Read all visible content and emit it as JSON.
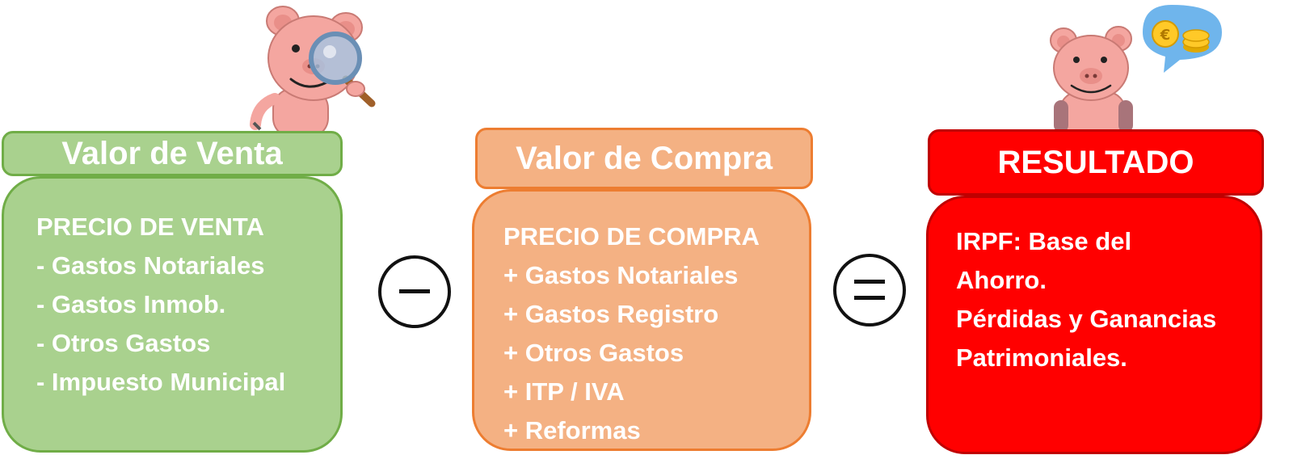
{
  "jars": [
    {
      "title": "Valor de Venta",
      "lines": [
        "PRECIO DE VENTA",
        "- Gastos Notariales",
        "- Gastos Inmob.",
        "- Otros Gastos",
        "- Impuesto Municipal"
      ]
    },
    {
      "title": "Valor de Compra",
      "lines": [
        "PRECIO DE COMPRA",
        "+ Gastos Notariales",
        "+ Gastos Registro",
        "+ Otros Gastos",
        "+ ITP / IVA",
        "+ Reformas"
      ]
    },
    {
      "title": "RESULTADO",
      "lines": [
        "IRPF: Base del",
        "Ahorro.",
        "Pérdidas y Ganancias",
        "Patrimoniales."
      ]
    }
  ],
  "operators": [
    "minus",
    "equals"
  ],
  "colors": {
    "venta_fill": "#a9d18e",
    "venta_border": "#70ad47",
    "compra_fill": "#f4b183",
    "compra_border": "#ed7d31",
    "resultado_fill": "#ff0000",
    "resultado_border": "#c00000",
    "pig_pink": "#f4a6a0"
  },
  "icons": [
    "pig-with-magnifier-icon",
    "pig-with-coins-speech-bubble-icon",
    "euro-coin-icon"
  ]
}
